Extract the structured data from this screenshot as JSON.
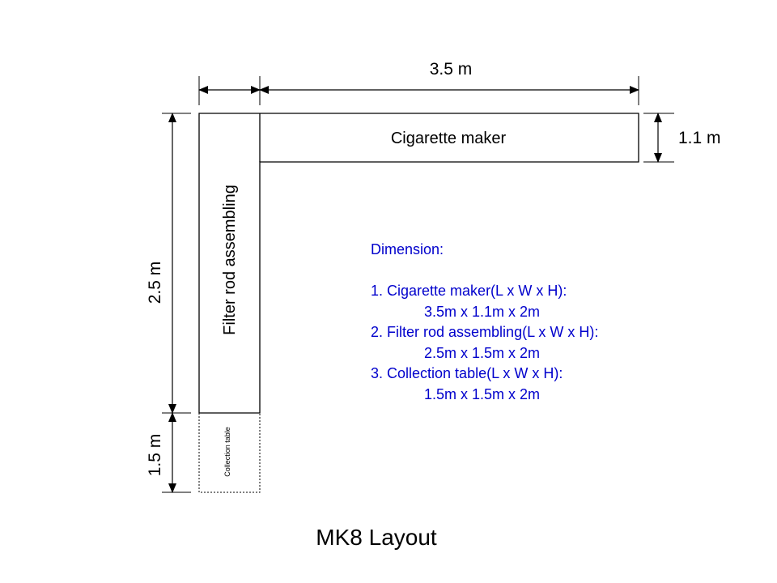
{
  "title": "MK8 Layout",
  "colors": {
    "lines": "#000000",
    "notes_text": "#0000cc",
    "background": "#ffffff"
  },
  "dimensions": {
    "top_width": "3.5 m",
    "right_height": "1.1 m",
    "left_upper": "2.5 m",
    "left_lower": "1.5 m"
  },
  "blocks": {
    "cigarette_maker": "Cigarette maker",
    "filter_rod": "Filter rod assembling",
    "collection_table": "Collection table"
  },
  "notes": {
    "heading": "Dimension:",
    "items": [
      {
        "name": "1. Cigarette maker(L x W x H):",
        "size": "3.5m x 1.1m x 2m"
      },
      {
        "name": "2. Filter rod assembling(L x W x H):",
        "size": "2.5m x 1.5m x 2m"
      },
      {
        "name": "3. Collection table(L x W x H):",
        "size": "1.5m x 1.5m x 2m"
      }
    ]
  }
}
